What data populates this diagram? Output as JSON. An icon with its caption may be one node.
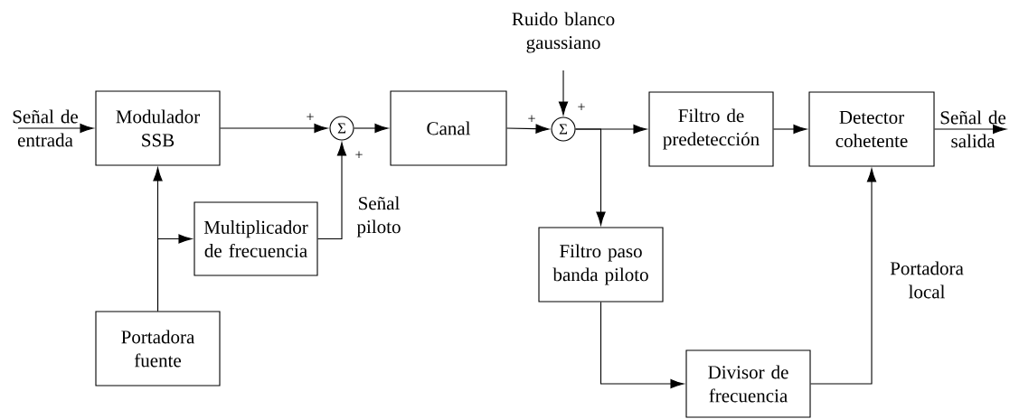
{
  "diagram": {
    "nodes": [
      {
        "text": [
          "Modulador SSB"
        ]
      },
      {
        "text": [
          "Σ"
        ],
        "beside": [
          "+",
          "+"
        ]
      },
      {
        "text": [
          "Canal"
        ]
      },
      {
        "text": [
          "Multiplicador de frecuencia"
        ]
      },
      {
        "text": [
          "Portadora fuente"
        ]
      },
      {
        "text": [
          "Σ"
        ],
        "beside": [
          "+",
          "+"
        ]
      },
      {
        "text": [
          "Ruido blanco gaussiano"
        ]
      },
      {
        "text": [
          "Filtro de predetección"
        ]
      },
      {
        "text": [
          "Detector cohetente"
        ]
      },
      {
        "text": [
          "Filtro paso banda piloto"
        ]
      },
      {
        "text": [
          "Divisor de frecuencia"
        ]
      }
    ],
    "edges": [
      {
        "from": null,
        "to": 0,
        "arrow": "to",
        "label": "Señal de entrada"
      },
      {
        "from": 0,
        "to": 1,
        "arrow": "to"
      },
      {
        "from": 3,
        "to": 1,
        "arrow": "to",
        "label": "Señal piloto"
      },
      {
        "from": 4,
        "to": 0,
        "arrow": "to"
      },
      {
        "from": 4,
        "to": 3,
        "arrow": "to"
      },
      {
        "from": 1,
        "to": 2,
        "arrow": "to"
      },
      {
        "from": 2,
        "to": 5,
        "arrow": "to"
      },
      {
        "from": 6,
        "to": 5,
        "arrow": "to"
      },
      {
        "from": 5,
        "to": 7,
        "arrow": "to"
      },
      {
        "from": 5,
        "to": 9,
        "arrow": "to"
      },
      {
        "from": 7,
        "to": 8,
        "arrow": "to"
      },
      {
        "from": 8,
        "to": null,
        "arrow": "to",
        "label": "Señal de salida"
      },
      {
        "from": 9,
        "to": 10,
        "arrow": "to"
      },
      {
        "from": 10,
        "to": 8,
        "arrow": "to",
        "label": "Portadora local"
      }
    ]
  }
}
